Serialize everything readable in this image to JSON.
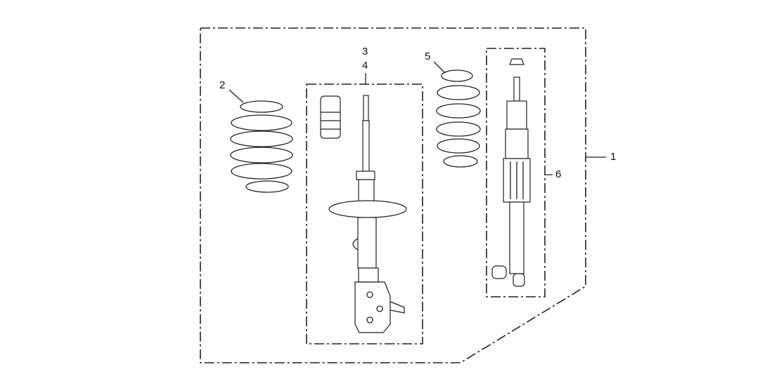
{
  "diagram": {
    "callouts": {
      "kit": "1",
      "front_spring": "2",
      "strut_right": "3",
      "strut_left": "4",
      "rear_spring": "5",
      "rear_shock": "6"
    }
  }
}
